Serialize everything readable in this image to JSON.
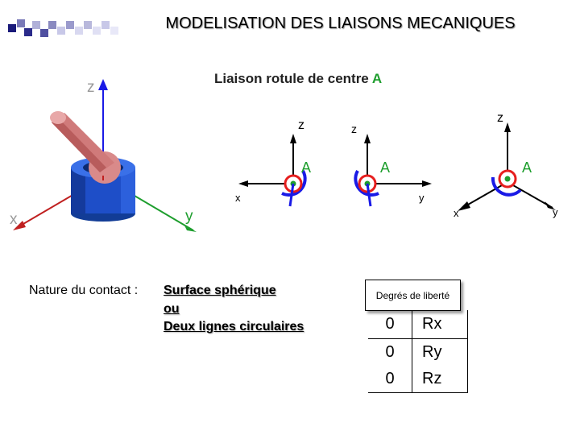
{
  "title": "MODELISATION DES LIAISONS MECANIQUES",
  "subtitle": {
    "prefix": "Liaison rotule de centre ",
    "accent": "A"
  },
  "model3d": {
    "axis_z": "z",
    "axis_x": "x",
    "axis_y": "y"
  },
  "views": {
    "front": {
      "axis_up": "z",
      "axis_left": "x",
      "center": "A"
    },
    "side": {
      "axis_up": "z",
      "axis_right": "y",
      "center": "A"
    },
    "iso": {
      "axis_up": "z",
      "axis_left": "x",
      "axis_right": "y",
      "center": "A"
    }
  },
  "contact": {
    "label": "Nature du contact :",
    "line1": "Surface sphérique",
    "line2": "ou",
    "line3": "Deux lignes circulaires"
  },
  "dof": {
    "header": "Degrés de liberté",
    "rows": [
      {
        "trans": "0",
        "rot": "Rx"
      },
      {
        "trans": "0",
        "rot": "Ry"
      },
      {
        "trans": "0",
        "rot": "Rz"
      }
    ]
  },
  "colors": {
    "accent_green": "#1e9e2e",
    "axis_blue": "#1a1ae6",
    "joint_red": "#e61e1e",
    "cup_blue": "#1e4ec8",
    "ball_pink": "#d98a8a"
  },
  "decorations": {
    "corner_squares": "decorative"
  }
}
